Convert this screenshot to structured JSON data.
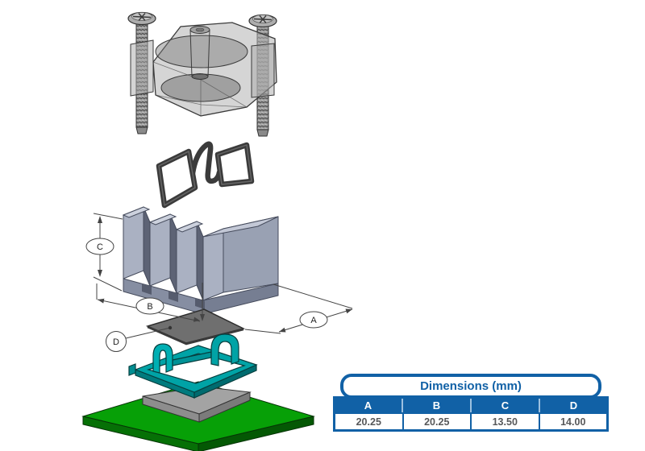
{
  "diagram": {
    "type": "exploded-assembly-cad-view",
    "parts": [
      {
        "name": "mounting-screws",
        "color": "#9a9a9a"
      },
      {
        "name": "transparent-housing-block",
        "color": "#b4b4b4"
      },
      {
        "name": "wire-retention-clip",
        "color": "#3b3b3b"
      },
      {
        "name": "finned-heatsink",
        "color": "#a7aec0"
      },
      {
        "name": "thermal-pad",
        "color": "#6f6f6f"
      },
      {
        "name": "retention-frame",
        "color": "#00a3a6"
      },
      {
        "name": "chip-package",
        "color": "#a3a3a3"
      },
      {
        "name": "pcb",
        "color": "#07a007"
      }
    ],
    "annotations": {
      "a": "A",
      "b": "B",
      "c": "C",
      "d": "D"
    }
  },
  "table": {
    "title": "Dimensions (mm)",
    "headers": [
      "A",
      "B",
      "C",
      "D"
    ],
    "values": [
      "20.25",
      "20.25",
      "13.50",
      "14.00"
    ],
    "accent_color": "#1161a6",
    "value_text_color": "#57585a"
  }
}
